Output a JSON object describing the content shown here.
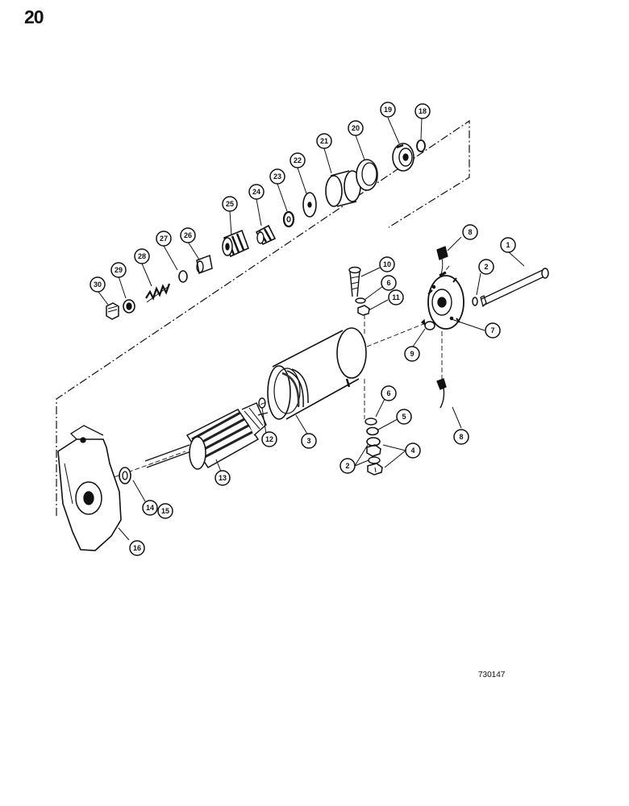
{
  "page_number": "20",
  "figure_code": "730147",
  "callouts": [
    "1",
    "2",
    "2",
    "3",
    "4",
    "5",
    "6",
    "6",
    "7",
    "8",
    "8",
    "9",
    "10",
    "11",
    "12",
    "13",
    "14",
    "15",
    "16",
    "18",
    "19",
    "20",
    "21",
    "22",
    "23",
    "24",
    "25",
    "26",
    "27",
    "28",
    "29",
    "30"
  ]
}
